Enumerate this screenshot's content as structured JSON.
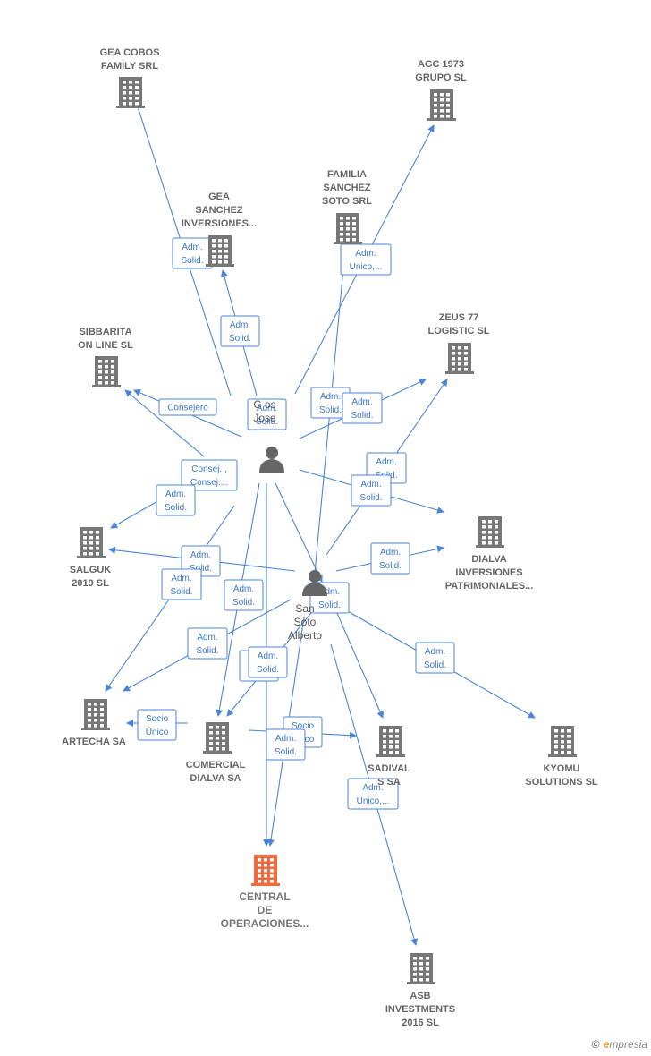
{
  "colors": {
    "edge": "#4a86d8",
    "building": "#777777",
    "central": "#f26a3b",
    "person": "#666666"
  },
  "companies": [
    {
      "id": "gea_cobos",
      "lines": [
        "GEA COBOS",
        "FAMILY SRL"
      ]
    },
    {
      "id": "agc",
      "lines": [
        "AGC 1973",
        "GRUPO  SL"
      ]
    },
    {
      "id": "familia",
      "lines": [
        "FAMILIA",
        "SANCHEZ",
        "SOTO SRL"
      ]
    },
    {
      "id": "gea_sanchez",
      "lines": [
        "GEA",
        "SANCHEZ",
        "INVERSIONES..."
      ]
    },
    {
      "id": "sibbarita",
      "lines": [
        "SIBBARITA",
        "ON LINE  SL"
      ]
    },
    {
      "id": "zeus",
      "lines": [
        "ZEUS 77",
        "LOGISTIC  SL"
      ]
    },
    {
      "id": "salguk",
      "lines": [
        "SALGUK",
        "2019  SL"
      ]
    },
    {
      "id": "dialva_inv",
      "lines": [
        "DIALVA",
        "INVERSIONES",
        "PATRIMONIALES..."
      ]
    },
    {
      "id": "artecha",
      "lines": [
        "ARTECHA SA"
      ]
    },
    {
      "id": "comercial",
      "lines": [
        "COMERCIAL",
        "DIALVA SA"
      ]
    },
    {
      "id": "sadival",
      "lines": [
        "SADIVAL",
        "S SA"
      ]
    },
    {
      "id": "kyomu",
      "lines": [
        "KYOMU",
        "SOLUTIONS  SL"
      ]
    },
    {
      "id": "central",
      "lines": [
        "CENTRAL",
        "DE",
        "OPERACIONES..."
      ],
      "central": true
    },
    {
      "id": "asb",
      "lines": [
        "ASB",
        "INVESTMENTS",
        "2016  SL"
      ]
    }
  ],
  "persons": [
    {
      "id": "jose",
      "lines": [
        "G      os",
        "Jose"
      ]
    },
    {
      "id": "alberto",
      "lines": [
        "San",
        "Soto",
        "Alberto"
      ]
    }
  ],
  "edge_labels": [
    [
      "Adm.",
      "Solid."
    ],
    [
      "Adm.",
      "Unico,..."
    ],
    [
      "Adm.",
      "Solid."
    ],
    [
      "Consejero"
    ],
    [
      "Adm.",
      "Solid."
    ],
    [
      "Adm.",
      "Solid."
    ],
    [
      "Adm.",
      "Solid."
    ],
    [
      "Adm.",
      "Solid."
    ],
    [
      "Consej. ,",
      "Consej...."
    ],
    [
      "Adm.",
      "Solid."
    ],
    [
      "Adm.",
      "Solid."
    ],
    [
      "Adm.",
      "Solid."
    ],
    [
      "Adm.",
      "Solid."
    ],
    [
      "Adm.",
      "Solid."
    ],
    [
      "Adm.",
      "Solid."
    ],
    [
      "Adm.",
      "Solid."
    ],
    [
      "Adm.",
      "Solid."
    ],
    [
      "Adm.",
      "Solid."
    ],
    [
      "Adm.",
      "Solid."
    ],
    [
      "Socio",
      "Único"
    ],
    [
      "Socio",
      "Único"
    ],
    [
      "Adm.",
      "Solid."
    ],
    [
      "Adm.",
      "Unico,..."
    ],
    [
      "Adm.",
      "Solid."
    ]
  ],
  "brand": {
    "copyright": "©",
    "initial": "e",
    "rest": "mpresia"
  }
}
